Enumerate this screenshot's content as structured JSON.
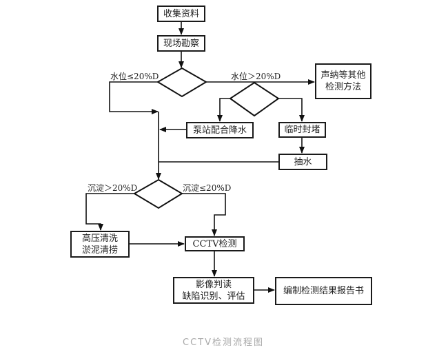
{
  "nodes": {
    "collect": "收集资料",
    "survey": "现场勘察",
    "sonar_line1": "声纳等其他",
    "sonar_line2": "检测方法",
    "pump": "泵站配合降水",
    "plug": "临时封堵",
    "drain": "抽水",
    "flush_line1": "高压清洗",
    "flush_line2": "淤泥清捞",
    "cctv": "CCTV检测",
    "review_line1": "影像判读",
    "review_line2": "缺陷识别、评估",
    "report": "编制检测结果报告书"
  },
  "labels": {
    "water_low": "水位≤20%D",
    "water_high": "水位＞20%D",
    "sediment_high": "沉淀＞20%D",
    "sediment_low": "沉淀≤20%D"
  },
  "caption": "CCTV检测流程图"
}
